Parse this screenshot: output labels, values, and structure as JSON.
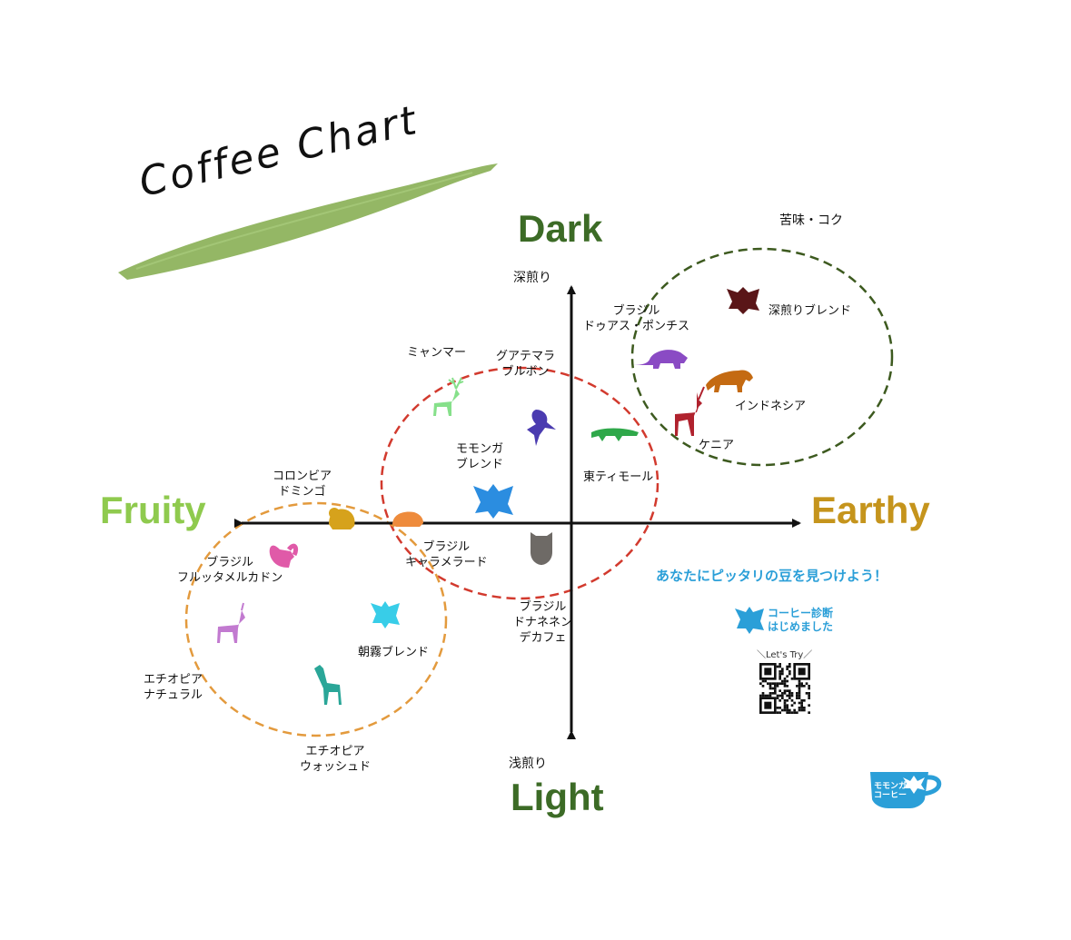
{
  "title": "Coffee Chart",
  "axes": {
    "top": "Dark",
    "top_sub": "深煎り",
    "bottom": "Light",
    "bottom_sub": "浅煎り",
    "left": "Fruity",
    "right": "Earthy",
    "corner_note": "苦味・コク"
  },
  "colors": {
    "brush": "#8bb158",
    "dark_label": "#3c6b26",
    "fruity": "#8fca4e",
    "earthy": "#c5941c",
    "circle_dark": "#3d5a1f",
    "circle_red": "#d23a2e",
    "circle_orange": "#e39a3d",
    "promo": "#2b9fd8"
  },
  "coffees": [
    {
      "label": "深煎りブレンド",
      "animal": "flying-squirrel-icon",
      "color": "#5a1618"
    },
    {
      "label": "ブラジル\nドゥアス・ポンチス",
      "animal": "armadillo-icon",
      "color": "#8a4bc4"
    },
    {
      "label": "インドネシア",
      "animal": "tiger-icon",
      "color": "#c46a12"
    },
    {
      "label": "ケニア",
      "animal": "gazelle-icon",
      "color": "#b0222e"
    },
    {
      "label": "ミャンマー",
      "animal": "deer-icon",
      "color": "#86e08a"
    },
    {
      "label": "グアテマラ\nブルボン",
      "animal": "parrot-icon",
      "color": "#4a3bb0"
    },
    {
      "label": "東ティモール",
      "animal": "crocodile-icon",
      "color": "#2fa84a"
    },
    {
      "label": "モモンガ\nブレンド",
      "animal": "flying-squirrel-icon",
      "color": "#2b8de0"
    },
    {
      "label": "コロンビア\nドミンゴ",
      "animal": "monkey-icon",
      "color": "#d6a21c"
    },
    {
      "label": "ブラジル\nキャラメラード",
      "animal": "capybara-icon",
      "color": "#ee8b3c"
    },
    {
      "label": "ブラジル\nドナネネン\nデカフェ",
      "animal": "owl-icon",
      "color": "#6e6a66"
    },
    {
      "label": "ブラジル\nフルッタメルカドン",
      "animal": "squirrel-icon",
      "color": "#e05aa8"
    },
    {
      "label": "エチオピア\nナチュラル",
      "animal": "deer-icon",
      "color": "#c27ad0"
    },
    {
      "label": "朝霧ブレンド",
      "animal": "flying-squirrel-icon",
      "color": "#38cde8"
    },
    {
      "label": "エチオピア\nウォッシュド",
      "animal": "giraffe-icon",
      "color": "#2aa698"
    }
  ],
  "promo": {
    "headline": "あなたにピッタリの豆を見つけよう！",
    "diagnosis": "コーヒー診断\nはじめました",
    "lets_try": "＼Let's Try／",
    "logo": "モモンガ\nコーヒー"
  }
}
